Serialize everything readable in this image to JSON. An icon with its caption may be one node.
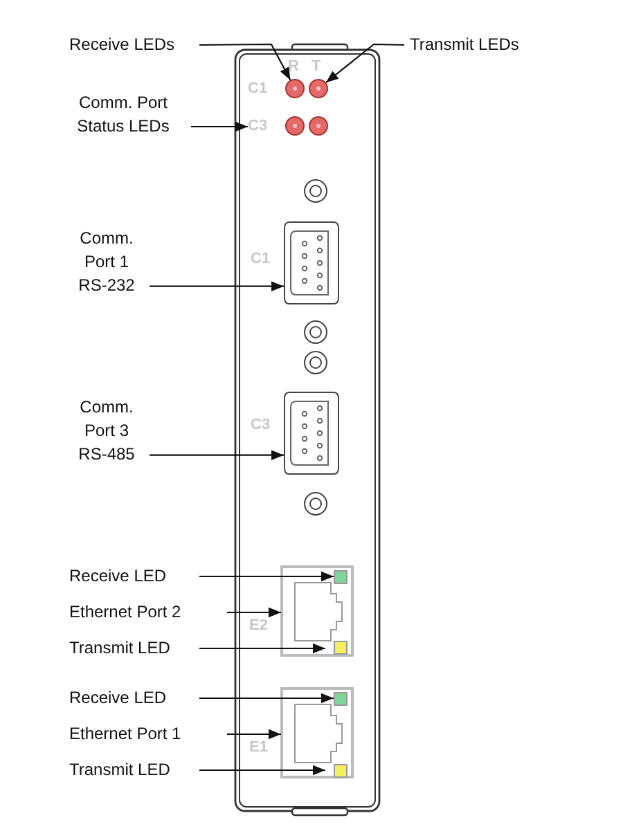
{
  "diagram": {
    "nodes": [
      {
        "text": [
          "Receive LEDs"
        ]
      },
      {
        "text": [
          "Transmit LEDs"
        ]
      },
      {
        "text": [],
        "shape": "circle"
      },
      {
        "text": [],
        "shape": "circle"
      },
      {
        "text": [
          "Comm. Port",
          "Status LEDs"
        ]
      },
      {
        "text": [
          "C3"
        ]
      },
      {
        "text": [
          "Comm. Port 1 RS-232"
        ]
      },
      {
        "text": [],
        "shape": "connector"
      },
      {
        "text": [
          "Comm. Port 3 RS-485"
        ]
      },
      {
        "text": [],
        "shape": "connector"
      },
      {
        "text": [
          "Receive LED"
        ]
      },
      {
        "text": [],
        "shape": "box",
        "in": 13
      },
      {
        "text": [
          "Ethernet Port 2"
        ]
      },
      {
        "text": [],
        "shape": "socket"
      },
      {
        "text": [
          "Transmit LED"
        ]
      },
      {
        "text": [],
        "shape": "box",
        "in": 13
      },
      {
        "text": [
          "Receive LED"
        ]
      },
      {
        "text": [],
        "shape": "box",
        "in": 19
      },
      {
        "text": [
          "Ethernet Port 1"
        ]
      },
      {
        "text": [],
        "shape": "socket"
      },
      {
        "text": [
          "Transmit LED"
        ]
      },
      {
        "text": [],
        "shape": "box",
        "in": 19
      }
    ],
    "edges": [
      {
        "from": 0,
        "to": 2,
        "arrow": "to"
      },
      {
        "from": 1,
        "to": 3,
        "arrow": "to"
      },
      {
        "from": 4,
        "to": 5,
        "arrow": "to"
      },
      {
        "from": 6,
        "to": 7,
        "arrow": "to"
      },
      {
        "from": 8,
        "to": 9,
        "arrow": "to"
      },
      {
        "from": 10,
        "to": 11,
        "arrow": "to"
      },
      {
        "from": 12,
        "to": 13,
        "arrow": "to"
      },
      {
        "from": 14,
        "to": 15,
        "arrow": "to"
      },
      {
        "from": 16,
        "to": 17,
        "arrow": "to"
      },
      {
        "from": 18,
        "to": 19,
        "arrow": "to"
      },
      {
        "from": 20,
        "to": 21,
        "arrow": "to"
      }
    ],
    "labels": [
      "R",
      "T",
      "C1",
      "C1",
      "C3",
      "E2",
      "E1"
    ]
  }
}
